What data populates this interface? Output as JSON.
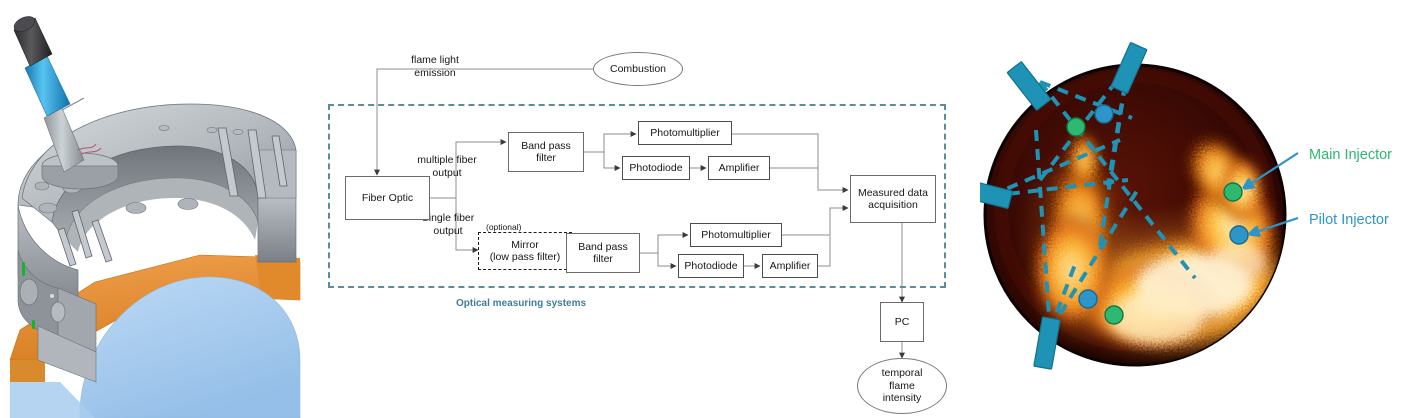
{
  "figure": {
    "panels": [
      "cad-model",
      "optical-measurement-block-diagram",
      "flame-chemiluminescence-image"
    ]
  },
  "cad": {
    "alt": "Cut-away CAD model of annular combustor with angled optical probe",
    "colors": {
      "metal_light": "#c8cdd2",
      "metal_mid": "#9aa0a6",
      "metal_dark": "#7c8287",
      "probe_black": "#3a3a3c",
      "probe_blue": "#2aa4e0",
      "cone_orange": "#e8903a",
      "dome_blue": "#a8cdf0",
      "green_marker": "#17b32a"
    }
  },
  "diagram": {
    "group_label": "Optical measuring systems",
    "group_color": "#3f7e98",
    "nodes": {
      "combustion": "Combustion",
      "fiber_optic": "Fiber Optic",
      "band_pass_filter_top": "Band pass\nfilter",
      "band_pass_filter_bottom": "Band pass\nfilter",
      "photomultiplier_top": "Photomultiplier",
      "photomultiplier_bottom": "Photomultiplier",
      "photodiode_top": "Photodiode",
      "photodiode_bottom": "Photodiode",
      "amplifier_top": "Amplifier",
      "amplifier_bottom": "Amplifier",
      "mirror": "Mirror\n(low pass filter)",
      "mirror_optional": "(optional)",
      "measured_data_acquisition": "Measured data\nacquisition",
      "pc": "PC",
      "temporal_flame_intensity": "temporal\nflame\nintensity"
    },
    "edge_labels": {
      "flame_light_emission": "flame light\nemission",
      "multiple_fiber_output": "multiple fiber\noutput",
      "single_fiber_output": "Single fiber\noutput"
    }
  },
  "flame": {
    "alt": "Circular flame chemiluminescence image of combustor cross-section",
    "labels": {
      "main_injector": "Main Injector",
      "pilot_injector": "Pilot Injector"
    },
    "colors": {
      "main_injector": "#2eb872",
      "pilot_injector": "#2e95c8",
      "probe_teal": "#1f93b5",
      "sightline_teal": "#1f93b5",
      "flame_hot": "#fffbe8",
      "flame_mid": "#f4a518",
      "flame_dark": "#3a0a04"
    },
    "markers": {
      "main_injector_count": 3,
      "pilot_injector_count": 3,
      "probe_count": 4
    }
  }
}
